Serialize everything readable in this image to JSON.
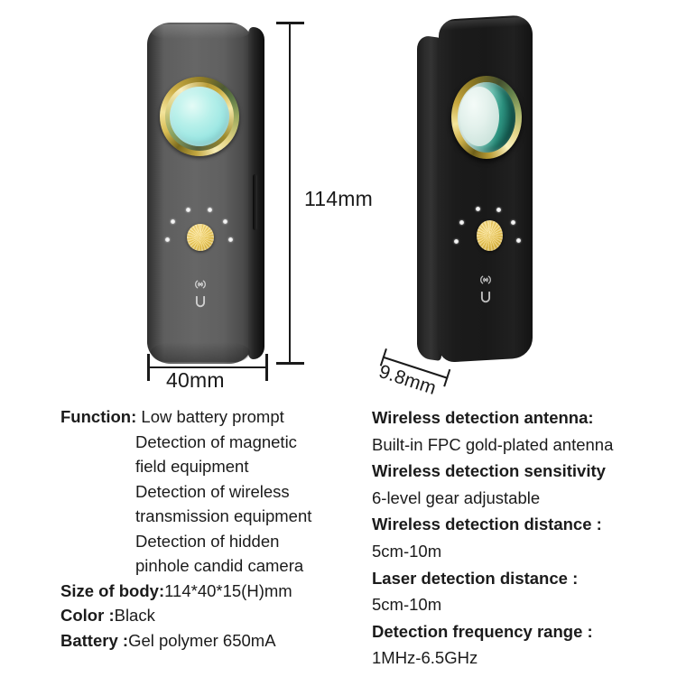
{
  "page": {
    "title": "Anti-spy detector product specification",
    "background": "#ffffff",
    "text_color": "#1a1a1a"
  },
  "devices": [
    {
      "id": "device-front",
      "view": "front",
      "body_color": "#5e5e5e",
      "lens": {
        "ring_color": "#d8bc53",
        "glass_color": "#9fe8e4",
        "shape": "circle"
      },
      "button": {
        "name": "power-button",
        "color": "#efcd60"
      },
      "led_count": 6,
      "icons": [
        "wireless-signal-icon",
        "magnet-icon"
      ]
    },
    {
      "id": "device-angled",
      "view": "three-quarter",
      "body_color": "#191919",
      "lens": {
        "ring_color": "#cdb04a",
        "glass_color": "#2e9683",
        "shape": "ellipse"
      },
      "button": {
        "name": "power-button",
        "color": "#efcd60"
      },
      "led_count": 6,
      "icons": [
        "wireless-signal-icon",
        "magnet-icon"
      ]
    }
  ],
  "dimensions": {
    "height": "114mm",
    "width": "40mm",
    "depth": "9.8mm"
  },
  "specs_left": {
    "function_label": "Function:",
    "function_items": [
      "Low battery prompt",
      "Detection of magnetic",
      "field equipment",
      "Detection of wireless",
      "transmission equipment",
      "Detection of hidden",
      "pinhole candid camera"
    ],
    "rows": [
      {
        "label": "Size of body:",
        "value": "114*40*15(H)mm"
      },
      {
        "label": "Color :",
        "value": "Black"
      },
      {
        "label": "Battery :",
        "value": "Gel polymer 650mA"
      }
    ]
  },
  "specs_right": {
    "rows": [
      {
        "label": "Wireless detection antenna:",
        "value": "Built-in FPC gold-plated antenna"
      },
      {
        "label": "Wireless detection sensitivity",
        "value": "6-level gear adjustable"
      },
      {
        "label": "Wireless detection distance :",
        "value": "5cm-10m"
      },
      {
        "label": "Laser detection distance :",
        "value": "5cm-10m"
      },
      {
        "label": "Detection frequency range :",
        "value": "1MHz-6.5GHz"
      }
    ]
  }
}
